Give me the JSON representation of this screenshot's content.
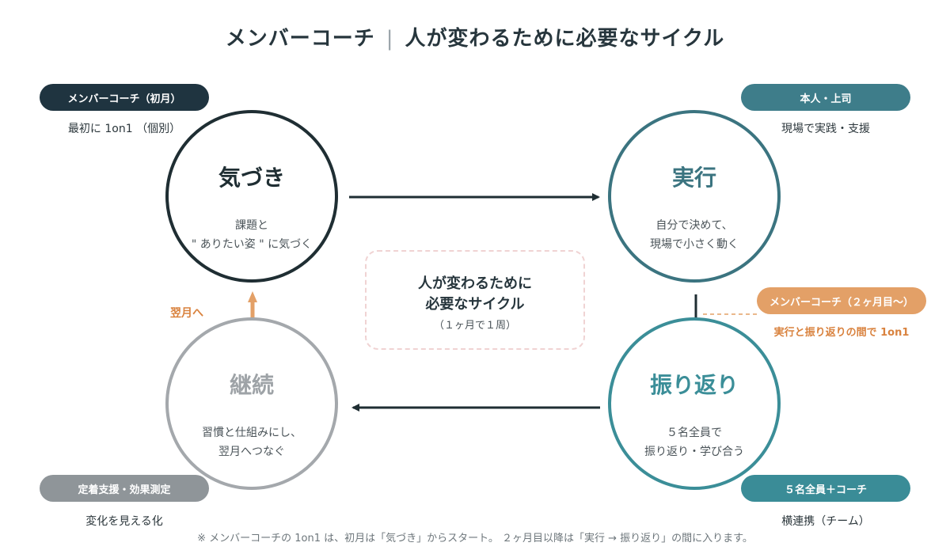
{
  "header": {
    "title_left": "メンバーコーチ",
    "separator": "|",
    "title_right": "人が変わるために必要なサイクル"
  },
  "labels": {
    "top_left_pill": "メンバーコーチ（初月）",
    "top_left_note": "最初に 1on1 （個別）",
    "top_right_pill": "本人・上司",
    "top_right_note": "現場で実践・支援",
    "mid_right_pill": "メンバーコーチ（２ヶ月目〜）",
    "mid_right_note": "実行と振り返りの間で 1on1",
    "bottom_left_pill": "定着支援・効果測定",
    "bottom_left_note": "変化を見える化",
    "bottom_right_pill": "５名全員＋コーチ",
    "bottom_right_note": "横連携（チーム）",
    "next_month_label": "翌月へ"
  },
  "cycle": {
    "kizuki": {
      "title": "気づき",
      "line1": "課題と",
      "line2": "\" ありたい姿 \" に気づく"
    },
    "jikko": {
      "title": "実行",
      "line1": "自分で決めて、",
      "line2": "現場で小さく動く"
    },
    "furikaeri": {
      "title": "振り返り",
      "line1": "５名全員で",
      "line2": "振り返り・学び合う"
    },
    "keizoku": {
      "title": "継続",
      "line1": "習慣と仕組みにし、",
      "line2": "翌月へつなぐ"
    }
  },
  "center": {
    "line1": "人が変わるために",
    "line2": "必要なサイクル",
    "line3": "（１ヶ月で１周）"
  },
  "footnote": "※ メンバーコーチの 1on1 は、初月は「気づき」からスタート。 ２ヶ月目以降は「実行 → 振り返り」の間に入ります。",
  "colors": {
    "dark": "#1f2e33",
    "teal": "#3b7480",
    "teal_light": "#3b8e98",
    "grey": "#a4a8ac",
    "orange": "#e3a067"
  }
}
